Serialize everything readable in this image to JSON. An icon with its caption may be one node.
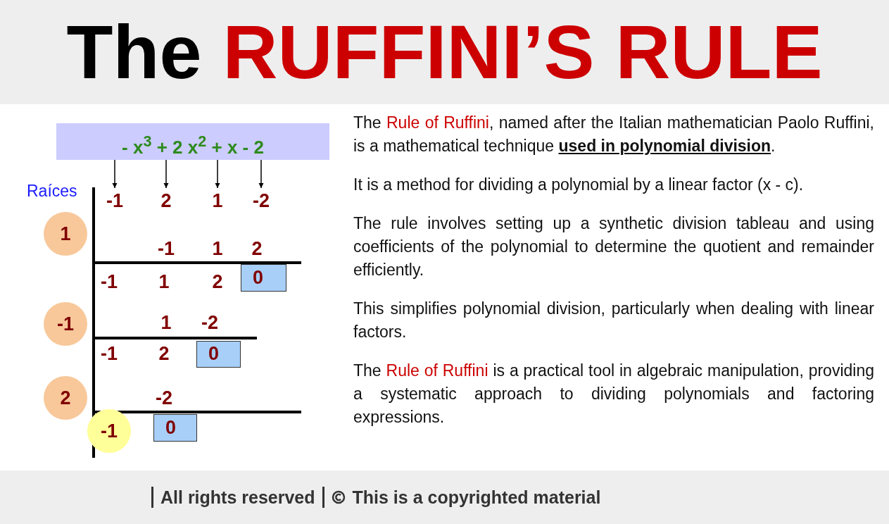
{
  "diagram": {
    "title": "The RUFFINI’S RULE",
    "nodes": [
      {
        "text": [
          "- x$^{3}$ + 2 x$^{2}$ + x - 2"
        ]
      },
      {
        "text": [
          "-1"
        ]
      },
      {
        "text": [
          "2"
        ]
      },
      {
        "text": [
          "1"
        ]
      },
      {
        "text": [
          "-2"
        ]
      },
      {
        "text": [
          "1"
        ]
      },
      {
        "text": [
          "-1"
        ]
      },
      {
        "text": [
          "2"
        ]
      },
      {
        "text": [
          "0"
        ]
      },
      {
        "text": [
          "0"
        ]
      },
      {
        "text": [
          "0"
        ]
      },
      {
        "text": [
          "-1"
        ]
      }
    ],
    "edges": [
      {
        "from": 0,
        "to": 1,
        "arrow": "to"
      },
      {
        "from": 0,
        "to": 2,
        "arrow": "to"
      },
      {
        "from": 0,
        "to": 3,
        "arrow": "to"
      },
      {
        "from": 0,
        "to": 4,
        "arrow": "to"
      }
    ],
    "labels": [
      "Raíces",
      "-1",
      "1",
      "2",
      "-1",
      "1",
      "2",
      "1",
      "-2",
      "-1",
      "2",
      "-2",
      "The **Rule of Ruffini**, named after the Italian mathematician Paolo Ruffini, is a mathematical technique *used in polynomial division*.",
      "It is a method for dividing a polynomial by a linear factor (x - c).",
      "The rule involves setting up a synthetic division tableau and using coefficients of the polynomial to determine the quotient and remainder efficiently.",
      "This simplifies polynomial division, particularly when dealing with linear factors.",
      "The **Rule of Ruffini** is a practical tool in algebraic manipulation, providing a systematic approach to dividing polynomials and factoring expressions.",
      "All rights reserved",
      "This is a copyrighted material"
    ]
  }
}
